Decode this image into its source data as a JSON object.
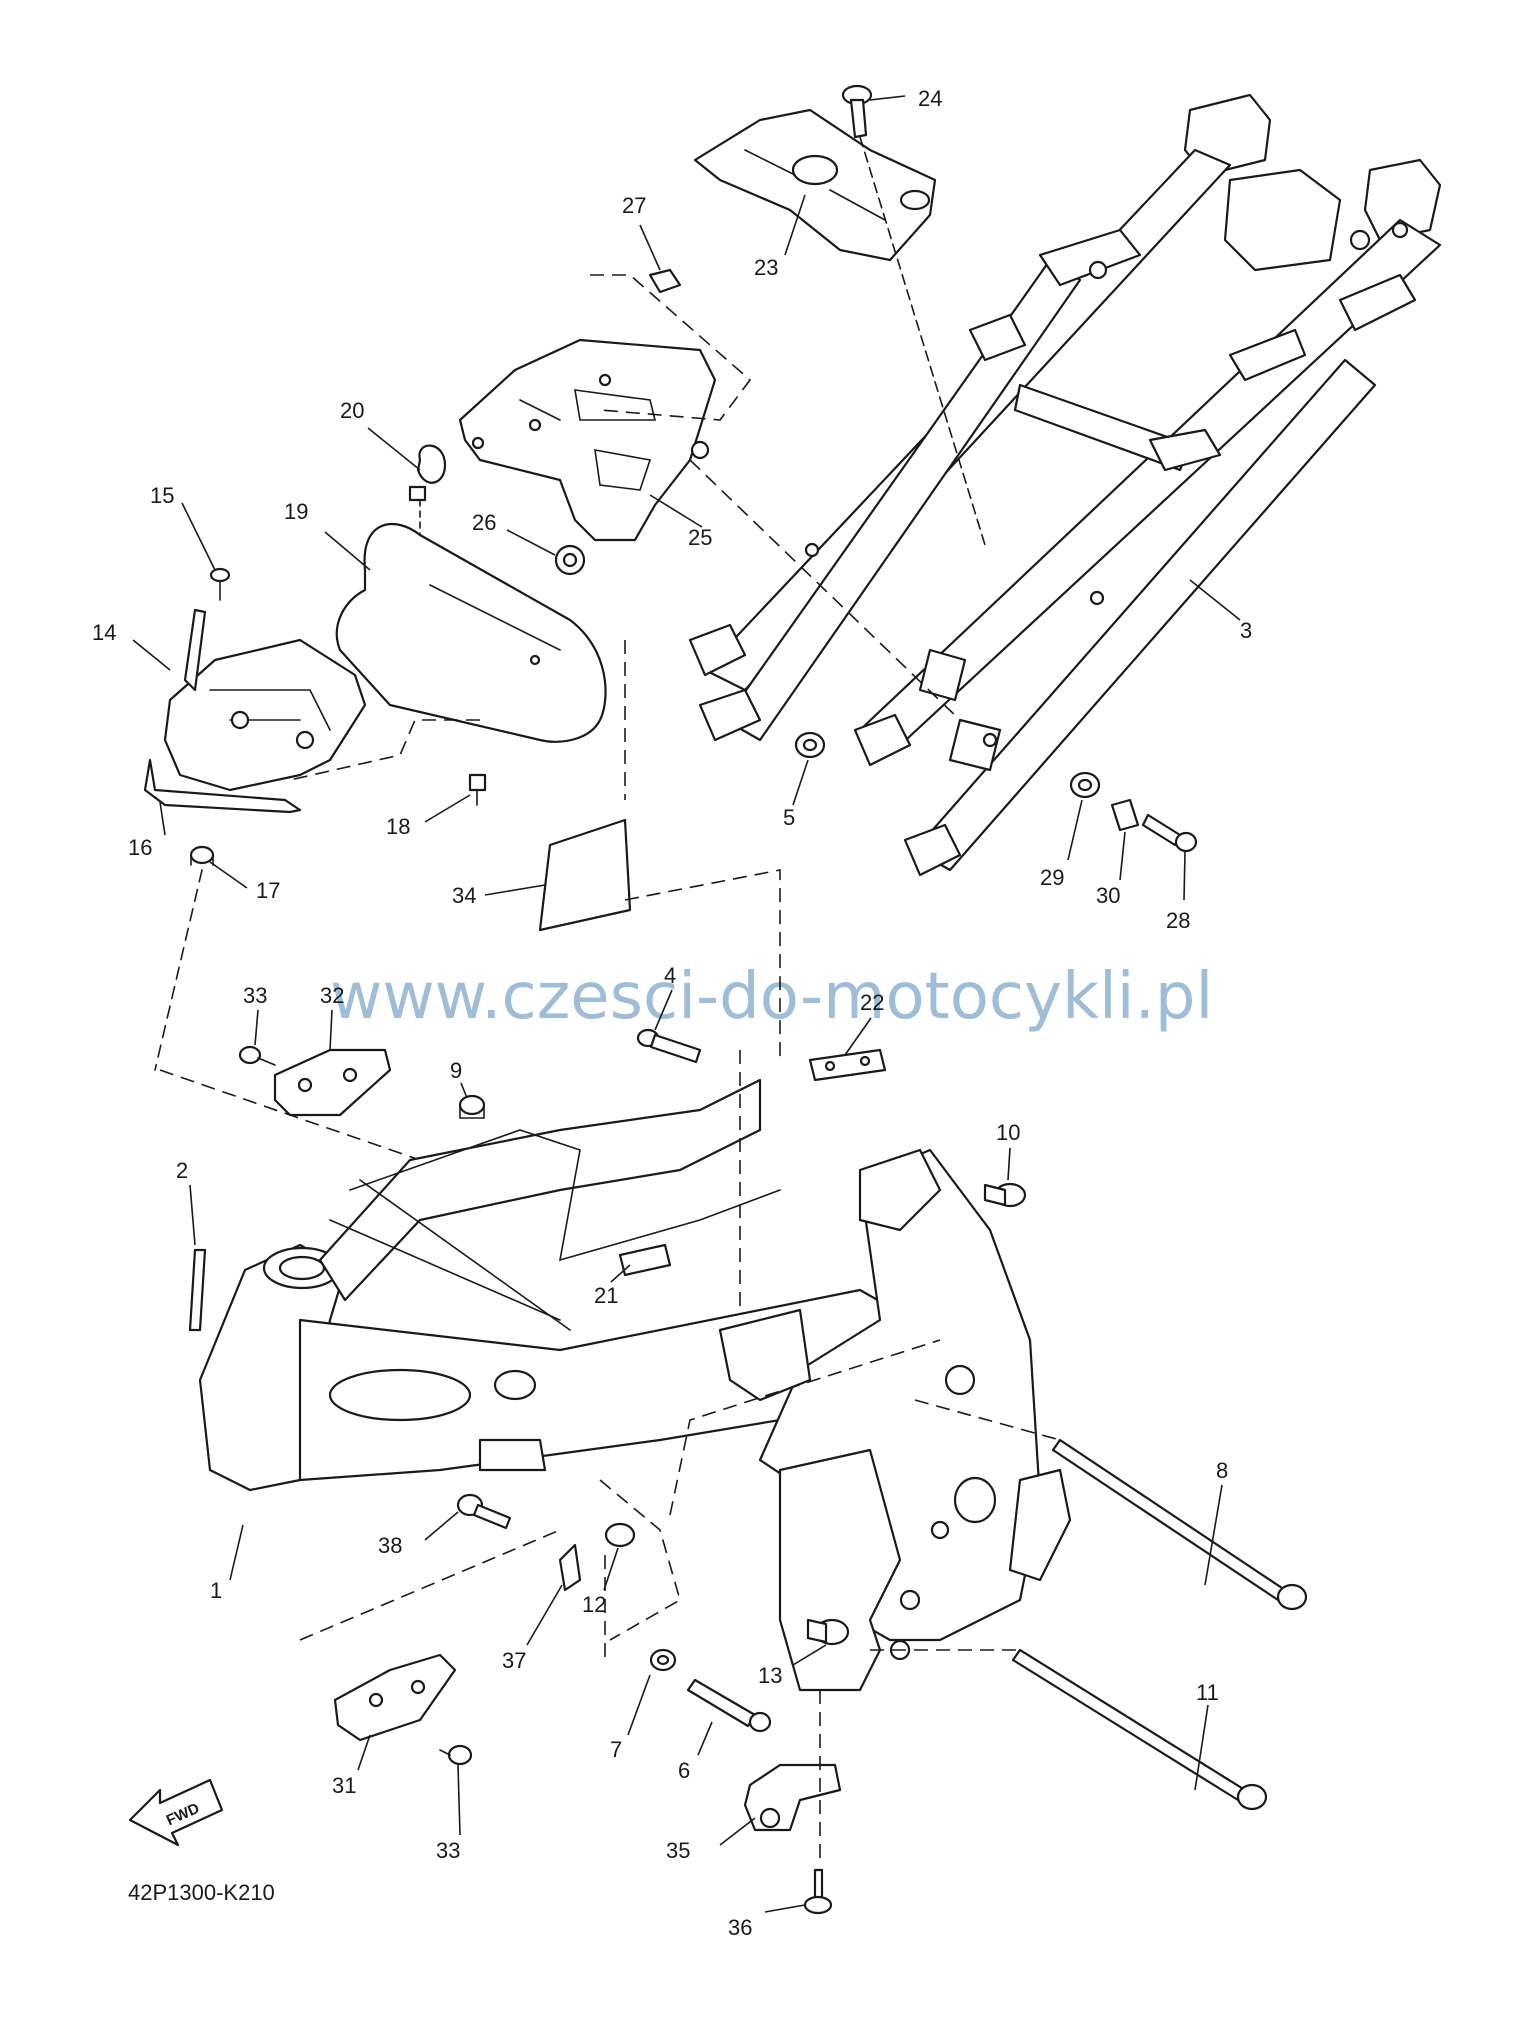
{
  "watermark": "www.czesci-do-motocykli.pl",
  "diagram_code": "42P1300-K210",
  "fwd_label": "FWD",
  "callouts": [
    "1",
    "2",
    "3",
    "4",
    "5",
    "6",
    "7",
    "8",
    "9",
    "10",
    "11",
    "12",
    "13",
    "14",
    "15",
    "16",
    "17",
    "18",
    "19",
    "20",
    "21",
    "22",
    "23",
    "24",
    "25",
    "26",
    "27",
    "28",
    "29",
    "30",
    "31",
    "32",
    "33",
    "33",
    "34",
    "35",
    "36",
    "37",
    "38"
  ]
}
